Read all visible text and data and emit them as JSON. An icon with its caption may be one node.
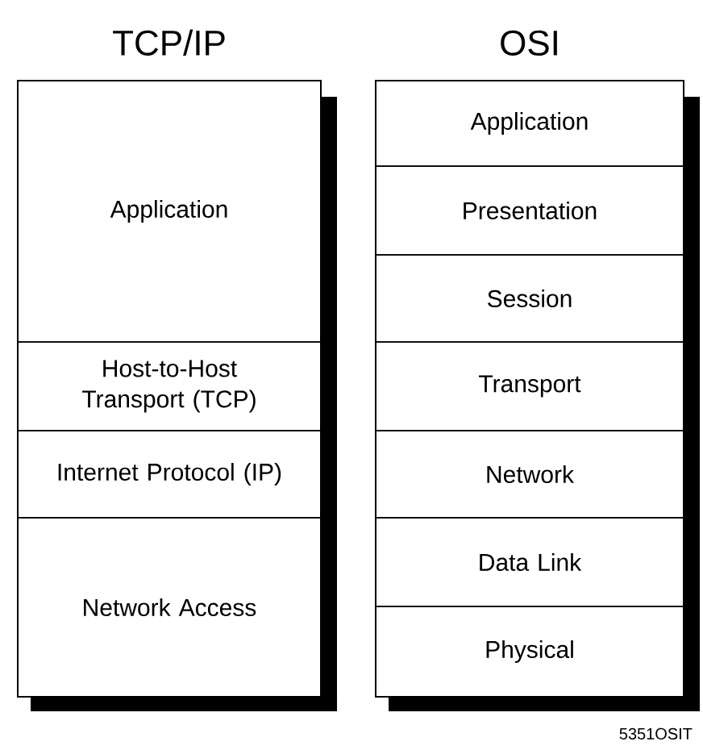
{
  "diagram": {
    "nodes": [
      {
        "text": [
          "TCP/IP"
        ]
      },
      {
        "text": [
          "Application"
        ],
        "in": 0
      },
      {
        "text": [
          "Host-to-Host Transport (TCP)"
        ],
        "in": 0
      },
      {
        "text": [
          "Internet Protocol (IP)"
        ],
        "in": 0
      },
      {
        "text": [
          "Network Access"
        ],
        "in": 0
      },
      {
        "text": [
          "OSI"
        ]
      },
      {
        "text": [
          "Application"
        ],
        "in": 5
      },
      {
        "text": [
          "Presentation"
        ],
        "in": 5
      },
      {
        "text": [
          "Session"
        ],
        "in": 5
      },
      {
        "text": [
          "Transport"
        ],
        "in": 5
      },
      {
        "text": [
          "Network"
        ],
        "in": 5
      },
      {
        "text": [
          "Data Link"
        ],
        "in": 5
      },
      {
        "text": [
          "Physical"
        ],
        "in": 5
      }
    ],
    "labels": [
      "5351OSIT"
    ]
  }
}
